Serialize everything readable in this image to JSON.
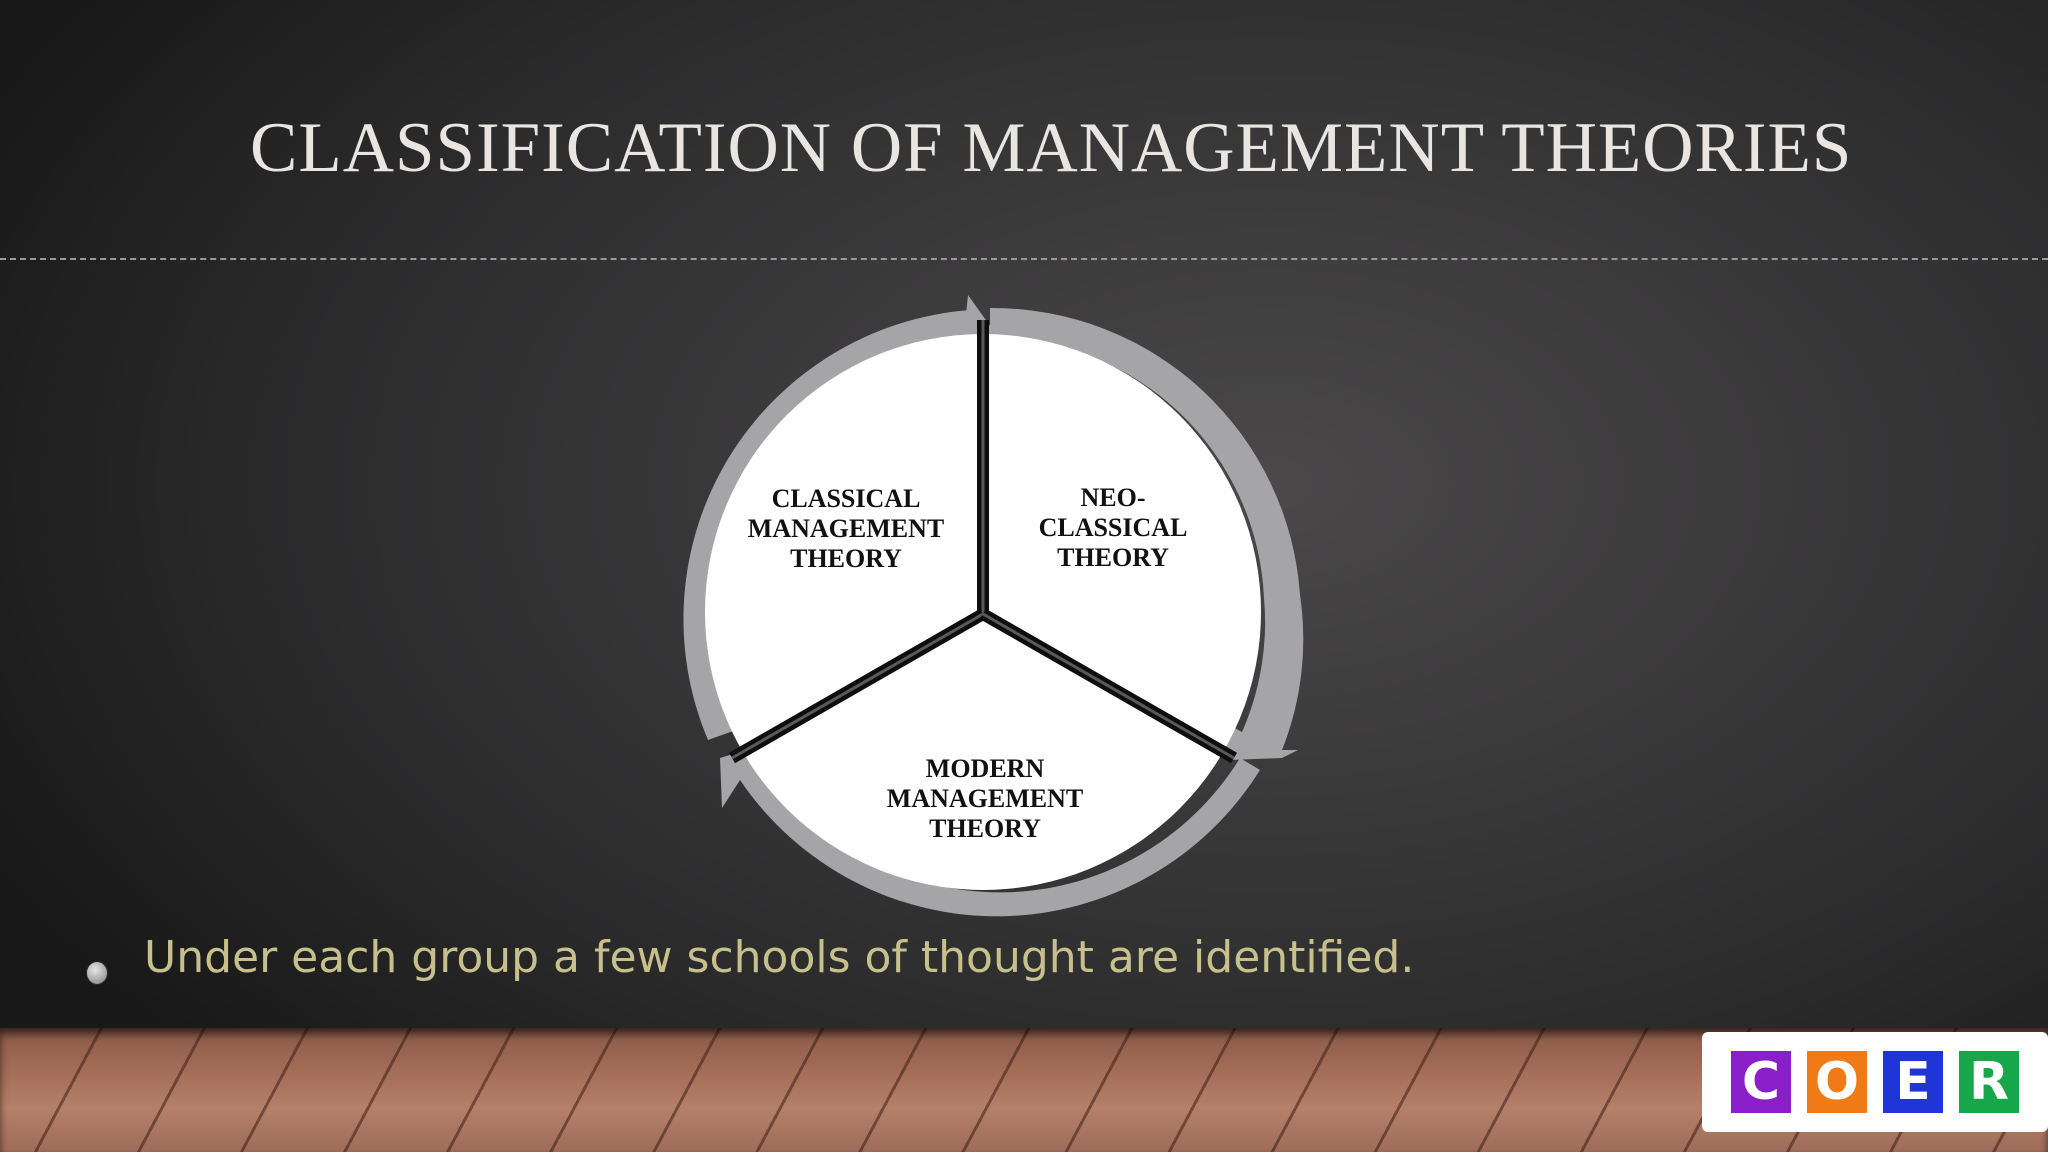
{
  "slide": {
    "title": "CLASSIFICATION OF MANAGEMENT THEORIES",
    "bullet": "Under each group a few schools of thought are identified."
  },
  "diagram": {
    "segments": [
      {
        "label": "CLASSICAL\nMANAGEMENT\nTHEORY"
      },
      {
        "label": "NEO-\nCLASSICAL\nTHEORY"
      },
      {
        "label": "MODERN\nMANAGEMENT THEORY"
      }
    ]
  },
  "logo": {
    "letters": [
      {
        "char": "C",
        "color": "#8a1fc9"
      },
      {
        "char": "O",
        "color": "#f07b16"
      },
      {
        "char": "E",
        "color": "#1f35d8"
      },
      {
        "char": "R",
        "color": "#18a64a"
      }
    ]
  },
  "colors": {
    "title": "#e9e6e2",
    "bullet_text": "#c7c08d",
    "arrow": "#a5a5a8",
    "segment_fill": "#ffffff"
  }
}
